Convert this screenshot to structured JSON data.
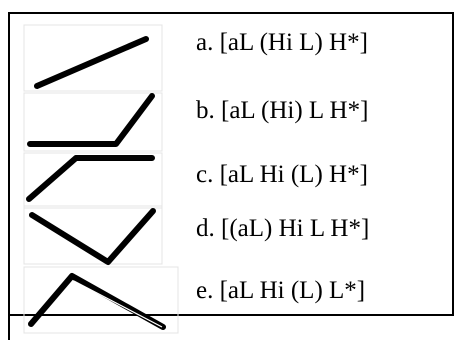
{
  "rows": [
    {
      "id": "a",
      "label": "a. [aL (Hi L) H*]"
    },
    {
      "id": "b",
      "label": "b. [aL (Hi) L H*]"
    },
    {
      "id": "c",
      "label": "c. [aL Hi (L) H*]"
    },
    {
      "id": "d",
      "label": "d. [(aL) Hi L H*]"
    },
    {
      "id": "e",
      "label": "e. [aL Hi (L) L*]"
    }
  ],
  "colors": {
    "ink": "#000000",
    "background": "#ffffff"
  }
}
